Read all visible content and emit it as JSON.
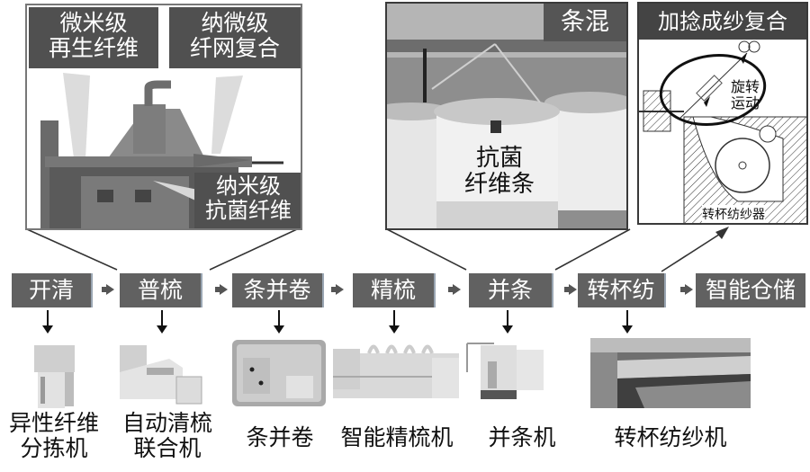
{
  "panels": {
    "nano_machine": {
      "callout_top_left": "微米级\n再生纤维",
      "callout_top_right": "纳微级\n纤网复合",
      "callout_bottom_right": "纳米级\n抗菌纤维"
    },
    "strip_mixing": {
      "title": "条混",
      "cans_label": "抗菌\n纤维条"
    },
    "twist_composite": {
      "title": "加捻成纱复合",
      "rotation_label": "旋转\n运动",
      "device_label": "转杯纺纱器"
    }
  },
  "process_steps": [
    {
      "label": "开清"
    },
    {
      "label": "普梳"
    },
    {
      "label": "条并卷"
    },
    {
      "label": "精梳"
    },
    {
      "label": "并条"
    },
    {
      "label": "转杯纺"
    },
    {
      "label": "智能仓储"
    }
  ],
  "machines": [
    {
      "label": "异性纤维\n分拣机"
    },
    {
      "label": "自动清梳\n联合机"
    },
    {
      "label": "条并卷"
    },
    {
      "label": "智能精梳机"
    },
    {
      "label": "并条机"
    },
    {
      "label": "转杯纺纱机"
    }
  ],
  "colors": {
    "step_box": "#616161",
    "callout_box": "#505050",
    "arrow": "#111111"
  }
}
